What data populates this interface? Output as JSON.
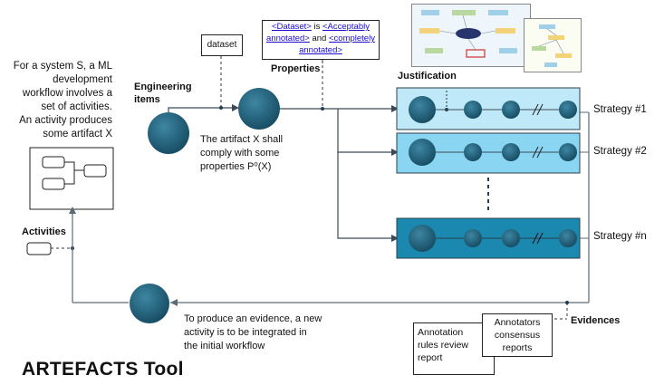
{
  "system_text": {
    "line1": "For a system S, a ML",
    "line2": "development",
    "line3": "workflow involves a",
    "line4": "set of activities.",
    "line5": "An activity produces",
    "line6": "some artifact X"
  },
  "labels": {
    "engineering_items_1": "Engineering",
    "engineering_items_2": "items",
    "properties": "Properties",
    "justification": "Justification",
    "activities": "Activities",
    "evidences": "Evidences"
  },
  "dataset_note": "dataset",
  "properties_note": {
    "link1": "<Dataset>",
    "is": " is ",
    "link2": "<Acceptably annotated>",
    "and": " and ",
    "link3": "<completely annotated>"
  },
  "requirement_text": {
    "line1": "The artifact X shall",
    "line2": "comply with some",
    "line3": "properties P⁰(X)"
  },
  "evidence_text": {
    "line1": "To produce an evidence, a new",
    "line2": "activity is to be integrated in",
    "line3": "the initial workflow"
  },
  "strategies": [
    {
      "name": "Strategy #1"
    },
    {
      "name": "Strategy #2"
    },
    {
      "name": "Strategy #n"
    }
  ],
  "docs": {
    "doc1_line1": "Annotation",
    "doc1_line2": "rules review",
    "doc1_line3": "report",
    "doc2_line1": "Annotators",
    "doc2_line2": "consensus",
    "doc2_line3": "reports"
  },
  "tool_title": "ARTEFACTS Tool",
  "colors": {
    "node": "#1f5f7a",
    "node_edge": "#0f3a4c",
    "lane1": "#bfe9f8",
    "lane2": "#8ad6f2",
    "lane3": "#1b88b0",
    "line": "#3b4a55"
  }
}
